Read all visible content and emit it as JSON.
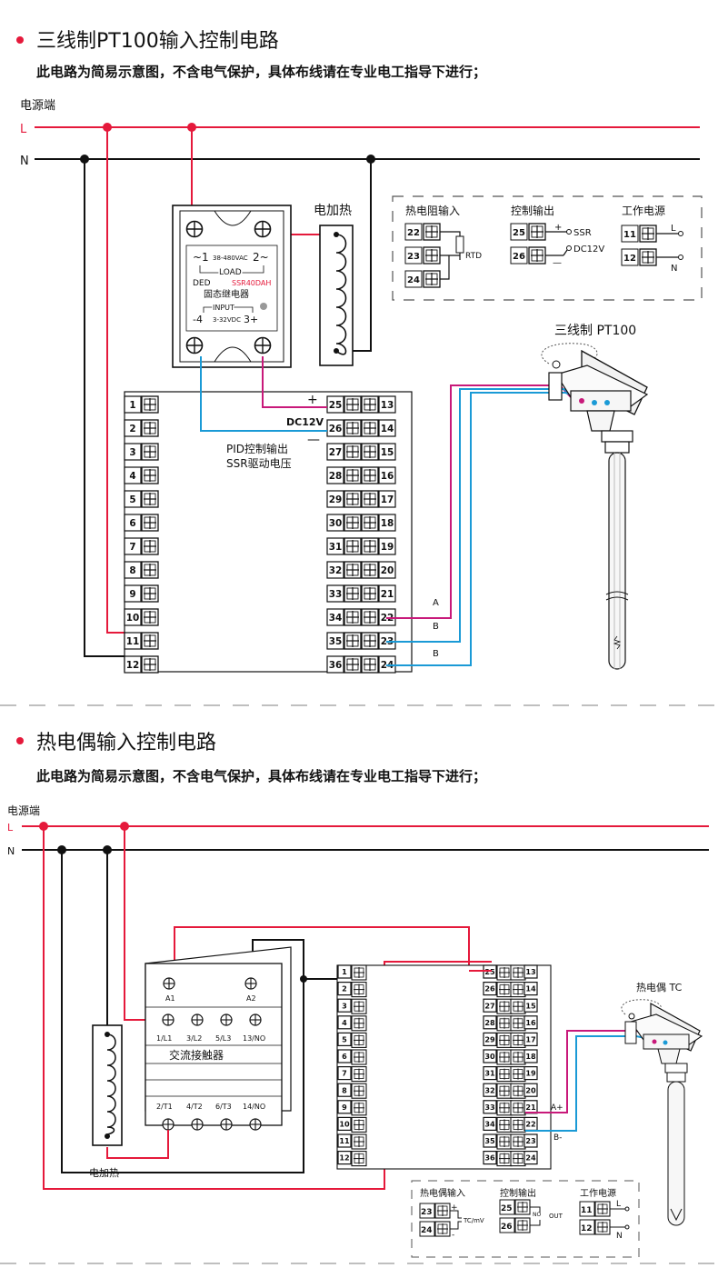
{
  "colors": {
    "live": "#e5193b",
    "neutral": "#111111",
    "blue": "#1a9ad6",
    "magenta": "#c8197a",
    "bullet": "#e5193b"
  },
  "section1": {
    "title": "三线制PT100输入控制电路",
    "note": "此电路为简易示意图，不含电气保护，具体布线请在专业电工指导下进行；",
    "power_label": "电源端",
    "line_L": "L",
    "line_N": "N",
    "ssr": {
      "t1": "~1",
      "voltage": "38-480VAC",
      "t2": "2~",
      "load": "LOAD",
      "led": "DED",
      "model": "SSR40DAH",
      "name": "固态继电器",
      "input": "INPUT",
      "t4": "-4",
      "vdc": "3-32VDC",
      "t3": "3+"
    },
    "heater_label": "电加热",
    "legend": {
      "rtd_title": "热电阻输入",
      "rtd_label": "RTD",
      "ctrl_title": "控制输出",
      "ssr_label": "SSR",
      "dc_label": "DC12V",
      "plus": "+",
      "minus": "—",
      "power_title": "工作电源",
      "L": "L",
      "N": "N",
      "terms": [
        "22",
        "23",
        "24",
        "25",
        "26",
        "11",
        "12"
      ]
    },
    "sensor_label": "三线制 PT100",
    "plus": "+",
    "minus": "—",
    "dc": "DC12V",
    "pid_line1": "PID控制输出",
    "pid_line2": "SSR驱动电压",
    "wire_A": "A",
    "wire_B1": "B",
    "wire_B2": "B",
    "left_terms": [
      "1",
      "2",
      "3",
      "4",
      "5",
      "6",
      "7",
      "8",
      "9",
      "10",
      "11",
      "12"
    ],
    "right_terms": [
      "25",
      "26",
      "27",
      "28",
      "29",
      "30",
      "31",
      "32",
      "33",
      "34",
      "35",
      "36"
    ],
    "right_terms2": [
      "13",
      "14",
      "15",
      "16",
      "17",
      "18",
      "19",
      "20",
      "21",
      "22",
      "23",
      "24"
    ]
  },
  "section2": {
    "title": "热电偶输入控制电路",
    "note": "此电路为简易示意图，不含电气保护，具体布线请在专业电工指导下进行；",
    "power_label": "电源端",
    "line_L": "L",
    "line_N": "N",
    "contactor": {
      "A1": "A1",
      "A2": "A2",
      "top": [
        "1/L1",
        "3/L2",
        "5/L3",
        "13/NO"
      ],
      "name": "交流接触器",
      "bottom": [
        "2/T1",
        "4/T2",
        "6/T3",
        "14/NO"
      ]
    },
    "heater_label": "电加热",
    "sensor_label": "热电偶 TC",
    "wire_Aplus": "A+",
    "wire_Bminus": "B-",
    "legend": {
      "tc_title": "热电偶输入",
      "tc_label": "TC/mV",
      "plus": "+",
      "minus": "-",
      "ctrl_title": "控制输出",
      "no_label": "NO",
      "out_label": "OUT",
      "power_title": "工作电源",
      "L": "L",
      "N": "N",
      "terms": [
        "23",
        "24",
        "25",
        "26",
        "11",
        "12"
      ]
    },
    "left_terms": [
      "1",
      "2",
      "3",
      "4",
      "5",
      "6",
      "7",
      "8",
      "9",
      "10",
      "11",
      "12"
    ],
    "right_terms": [
      "25",
      "26",
      "27",
      "28",
      "29",
      "30",
      "31",
      "32",
      "33",
      "34",
      "35",
      "36"
    ],
    "right_terms2": [
      "13",
      "14",
      "15",
      "16",
      "17",
      "18",
      "19",
      "20",
      "21",
      "22",
      "23",
      "24"
    ]
  }
}
